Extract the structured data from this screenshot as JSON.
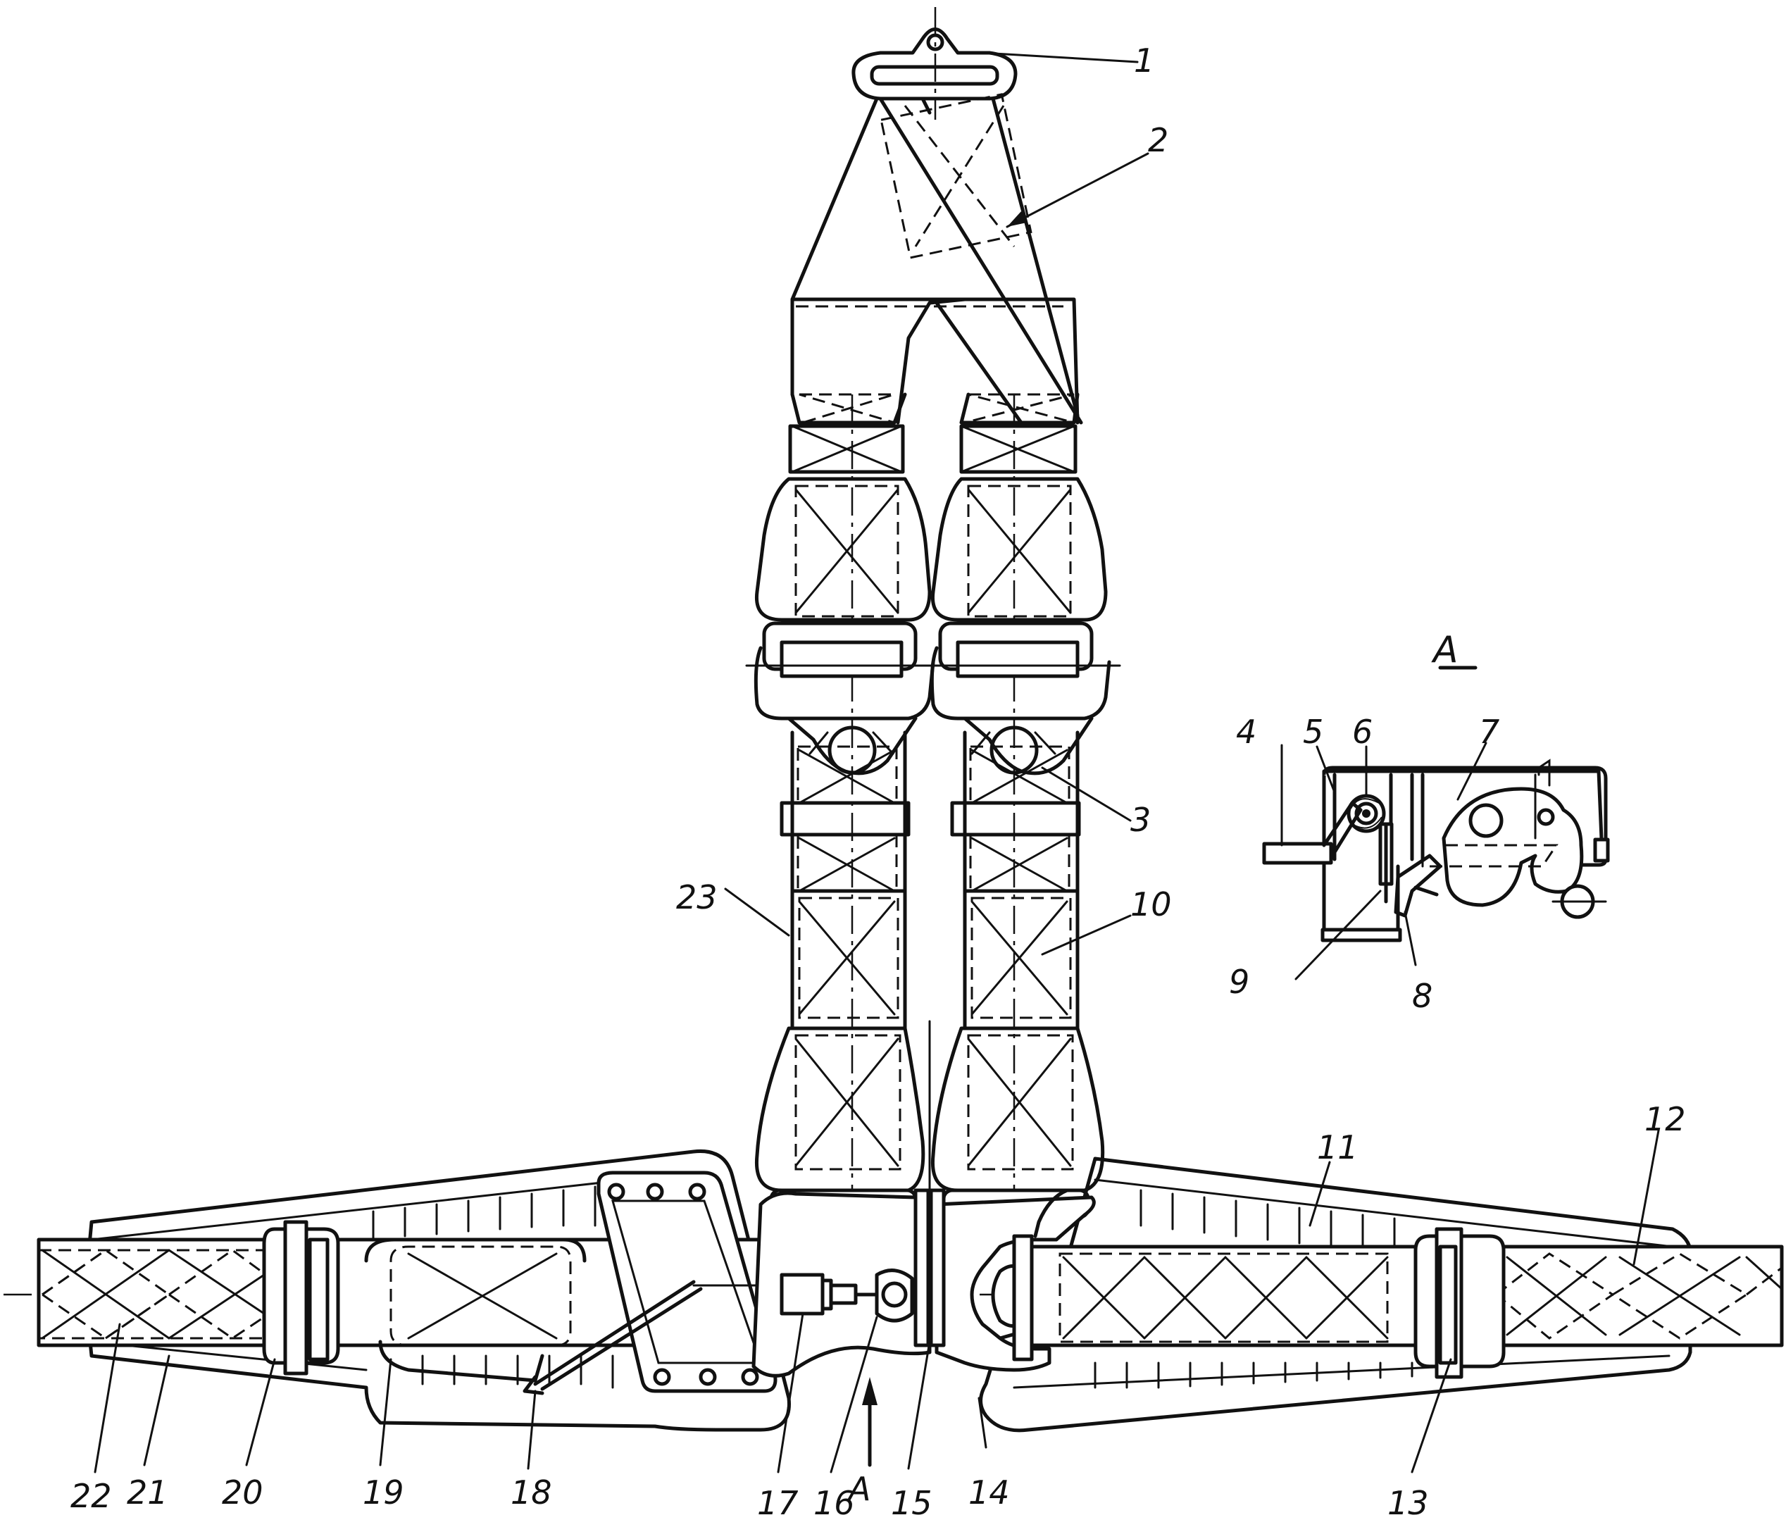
{
  "labels": [
    {
      "id": "1",
      "text": "1"
    },
    {
      "id": "2",
      "text": "2"
    },
    {
      "id": "3",
      "text": "3"
    },
    {
      "id": "4",
      "text": "4"
    },
    {
      "id": "5",
      "text": "5"
    },
    {
      "id": "6",
      "text": "6"
    },
    {
      "id": "7",
      "text": "7"
    },
    {
      "id": "8",
      "text": "8"
    },
    {
      "id": "9",
      "text": "9"
    },
    {
      "id": "10",
      "text": "10"
    },
    {
      "id": "11",
      "text": "11"
    },
    {
      "id": "12",
      "text": "12"
    },
    {
      "id": "13",
      "text": "13"
    },
    {
      "id": "14",
      "text": "14"
    },
    {
      "id": "15",
      "text": "15"
    },
    {
      "id": "16",
      "text": "16"
    },
    {
      "id": "17",
      "text": "17"
    },
    {
      "id": "18",
      "text": "18"
    },
    {
      "id": "19",
      "text": "19"
    },
    {
      "id": "20",
      "text": "20"
    },
    {
      "id": "21",
      "text": "21"
    },
    {
      "id": "22",
      "text": "22"
    },
    {
      "id": "23",
      "text": "23"
    }
  ],
  "view_a": {
    "title": "A",
    "arrow_label": "A"
  }
}
